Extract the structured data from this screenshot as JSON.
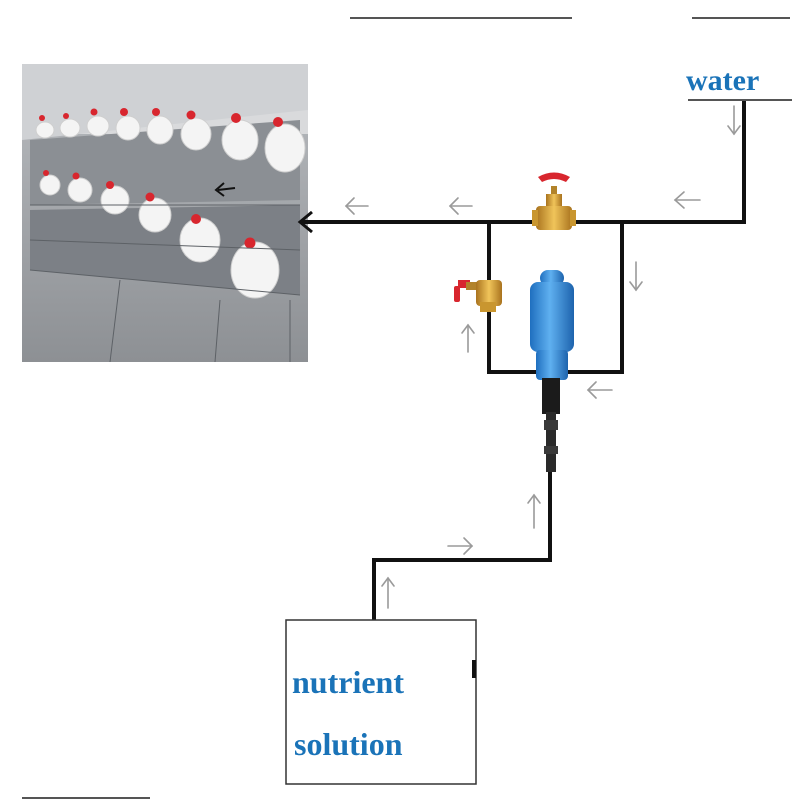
{
  "labels": {
    "water": "water",
    "nutrient_line1": "nutrient",
    "nutrient_line2": "solution"
  },
  "icons": {
    "photo": "chicken-coop-photo-icon",
    "main_valve": "red-handle-gate-valve-icon",
    "bypass_valve": "red-handle-gate-valve-icon",
    "dosing_pump": "blue-dosing-pump-icon",
    "tank": "nutrient-tank-icon"
  },
  "colors": {
    "label": "#1a73b8",
    "pipe": "#111111",
    "arrow": "#9a9a9a",
    "valve_handle": "#d8262e",
    "valve_body": "#c9962f",
    "pump": "#2f86d6"
  }
}
